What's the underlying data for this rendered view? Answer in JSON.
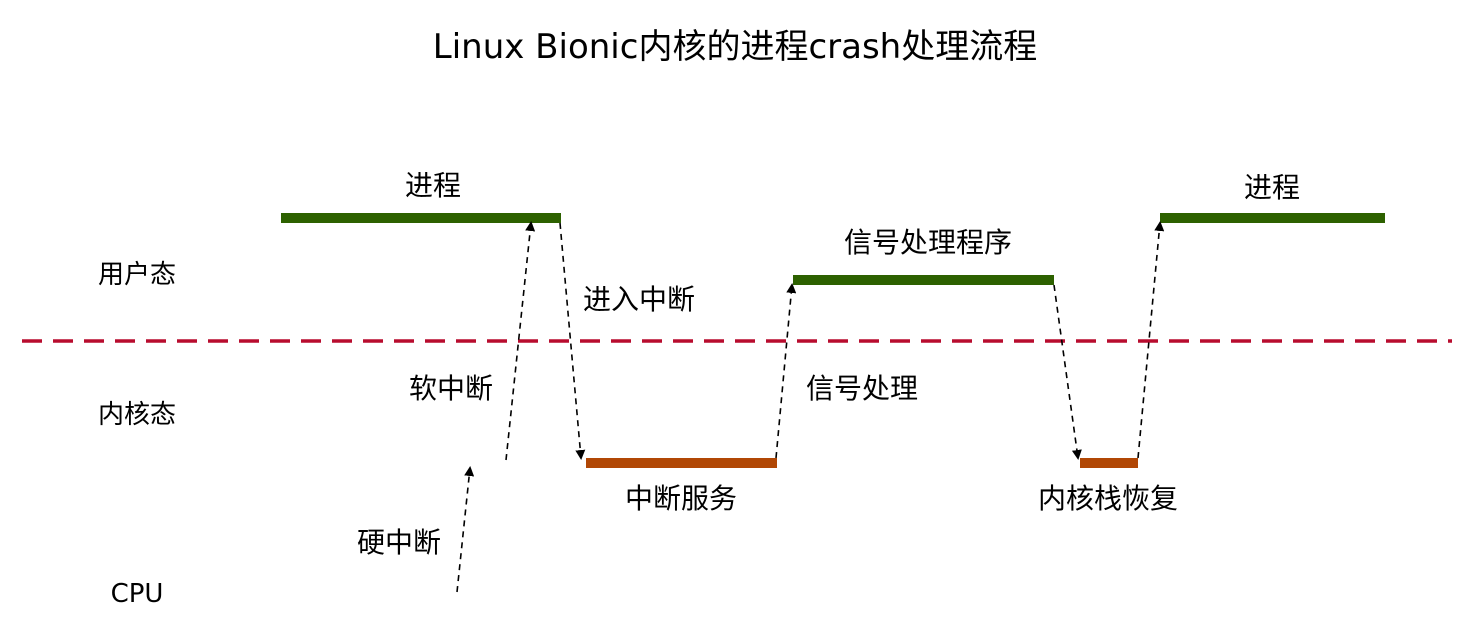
{
  "title": "Linux Bionic内核的进程crash处理流程",
  "colors": {
    "user_bar": "#2d6100",
    "kernel_bar": "#b14705",
    "divider": "#b80c2e",
    "arrow": "#000000"
  },
  "rows": {
    "user": "用户态",
    "kernel": "内核态",
    "cpu": "CPU"
  },
  "segments": {
    "process_start": "进程",
    "interrupt_service": "中断服务",
    "signal_handler": "信号处理程序",
    "kernel_stack_restore": "内核栈恢复",
    "process_end": "进程"
  },
  "transitions": {
    "hard_interrupt": "硬中断",
    "soft_interrupt": "软中断",
    "enter_interrupt": "进入中断",
    "signal_processing": "信号处理"
  }
}
